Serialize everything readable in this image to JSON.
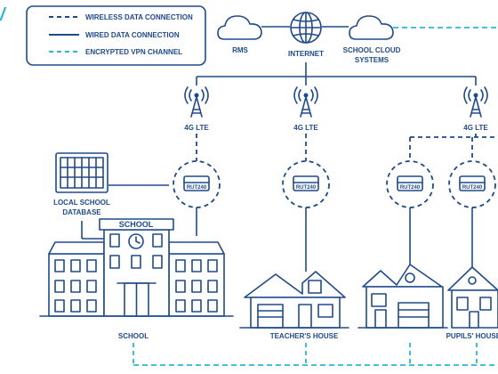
{
  "title_fragment": "/",
  "legend": {
    "items": [
      {
        "label": "WIRELESS DATA CONNECTION",
        "style": "dashed",
        "color": "#1f4a8a"
      },
      {
        "label": "WIRED DATA CONNECTION",
        "style": "solid",
        "color": "#1f4a8a"
      },
      {
        "label": "ENCRYPTED VPN CHANNEL",
        "style": "dashed",
        "color": "#2bb7d0"
      }
    ]
  },
  "cloud_nodes": {
    "rms": "RMS",
    "internet": "INTERNET",
    "school_cloud_line1": "SCHOOL CLOUD",
    "school_cloud_line2": "SYSTEMS"
  },
  "towers": {
    "lte_label": "4G LTE"
  },
  "router": {
    "model": "RUT240"
  },
  "database": {
    "line1": "LOCAL SCHOOL",
    "line2": "DATABASE"
  },
  "buildings": {
    "school_sign": "SCHOOL",
    "school": "SCHOOL",
    "teacher": "TEACHER'S HOUSE",
    "pupils": "PUPILS' HOUSES"
  },
  "colors": {
    "primary": "#1f4a8a",
    "vpn": "#2bb7d0"
  }
}
